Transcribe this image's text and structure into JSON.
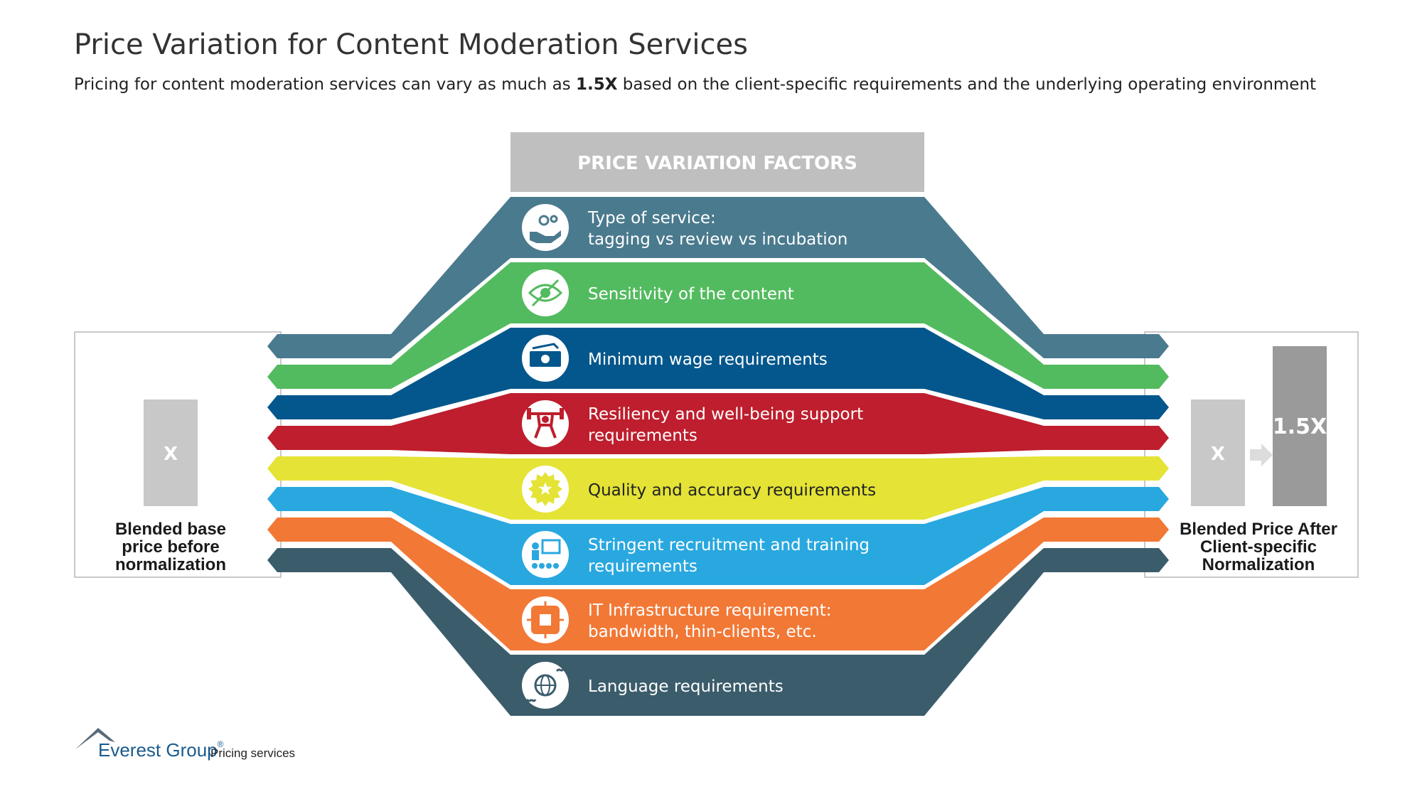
{
  "title": "Price Variation for Content Moderation Services",
  "subtitle": {
    "before": "Pricing for content moderation services can vary as much as ",
    "bold": "1.5X",
    "after": " based on the client-specific requirements and the underlying operating environment"
  },
  "header": "PRICE VARIATION FACTORS",
  "factors": [
    {
      "line1": "Type of service:",
      "line2": "tagging vs review vs incubation",
      "color": "#4a7a8e",
      "icon": "hand-gears-icon"
    },
    {
      "line1": "Sensitivity of the content",
      "line2": "",
      "color": "#53bb5f",
      "icon": "eye-slash-icon"
    },
    {
      "line1": "Minimum wage requirements",
      "line2": "",
      "color": "#04578c",
      "icon": "cash-icon"
    },
    {
      "line1": "Resiliency and well-being support",
      "line2": "requirements",
      "color": "#be1e2d",
      "icon": "weightlifter-icon"
    },
    {
      "line1": "Quality and accuracy requirements",
      "line2": "",
      "color": "#e4e336",
      "icon": "quality-badge-icon"
    },
    {
      "line1": "Stringent recruitment and training",
      "line2": "requirements",
      "color": "#29a8e0",
      "icon": "trainer-icon"
    },
    {
      "line1": "IT Infrastructure requirement:",
      "line2": "bandwidth, thin-clients, etc.",
      "color": "#f27836",
      "icon": "chip-icon"
    },
    {
      "line1": "Language requirements",
      "line2": "",
      "color": "#3b5c6b",
      "icon": "globe-quote-icon"
    }
  ],
  "left_box": {
    "bar_label": "X",
    "caption": [
      "Blended base",
      "price before",
      "normalization"
    ]
  },
  "right_box": {
    "bar1_label": "X",
    "bar2_label": "1.5X",
    "caption": [
      "Blended Price After",
      "Client-specific",
      "Normalization"
    ]
  },
  "footer": {
    "brand": "Everest Group",
    "registered": "®",
    "service": "Pricing services"
  },
  "colors": {
    "header_bg": "#bfbfbf",
    "bar_gray_light": "#c8c8c8",
    "bar_gray_dark": "#9a9a9a",
    "box_border": "#c9c9c9",
    "brand": "#1b5a8e"
  }
}
